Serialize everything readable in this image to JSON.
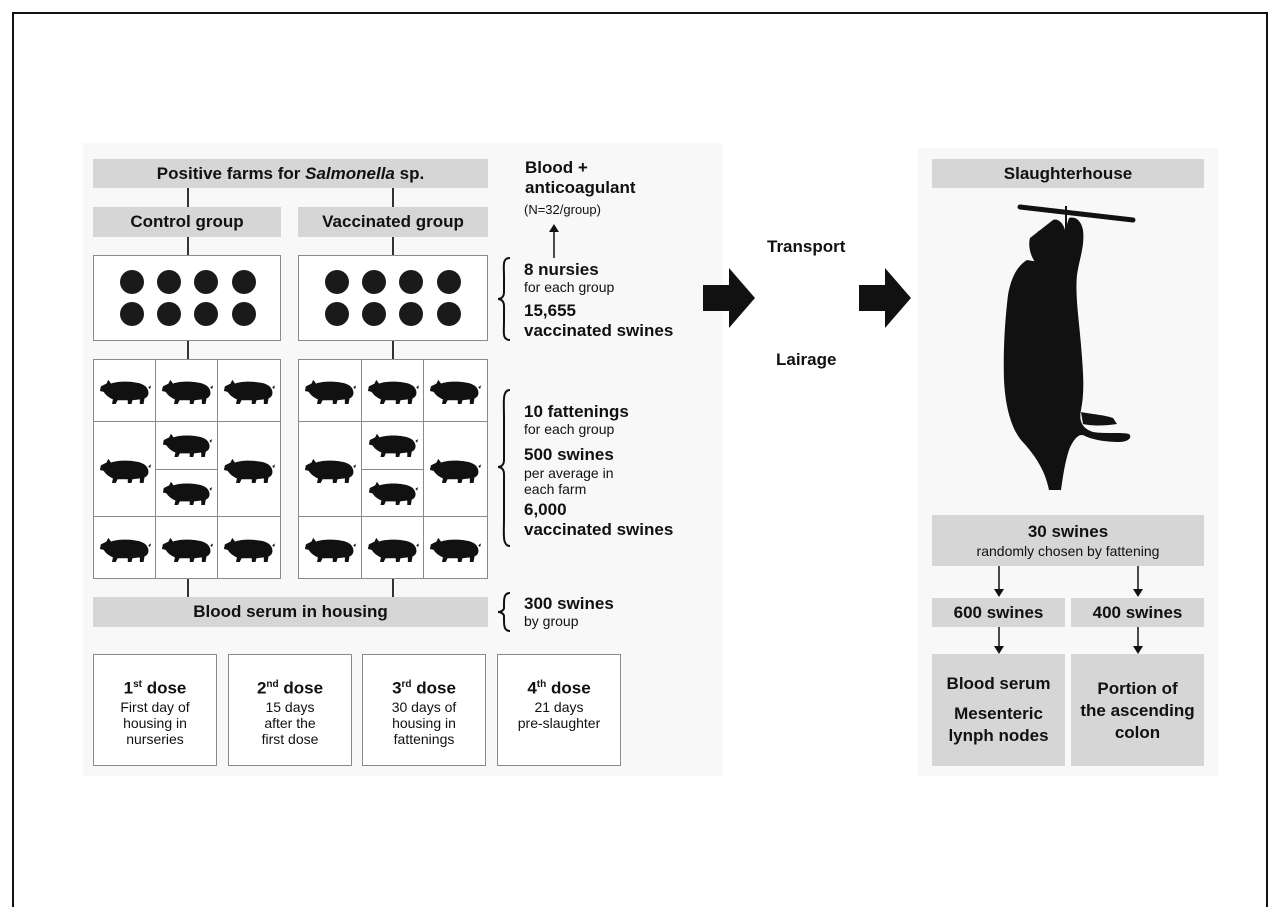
{
  "farms_header": {
    "prefix": "Positive farms for ",
    "genus": "Salmonella",
    "suffix": " sp."
  },
  "groups": {
    "control": "Control group",
    "vaccinated": "Vaccinated group"
  },
  "blood_top": {
    "title": "Blood +\nanticoagulant",
    "note": "(N=32/group)"
  },
  "nurseries_info": {
    "count": "8 nursies",
    "count_sub": "for each group",
    "total": "15,655\nvaccinated swines"
  },
  "fattening_info": {
    "count": "10 fattenings",
    "count_sub": "for each group",
    "avg": "500 swines",
    "avg_sub": "per average in\neach farm",
    "total": "6,000\nvaccinated swines"
  },
  "serum_housing": {
    "label": "Blood serum in housing",
    "count": "300 swines",
    "count_sub": "by group"
  },
  "doses": [
    {
      "num": "1",
      "sup": "st",
      "word": " dose",
      "desc": "First day of\nhousing in\nnurseries"
    },
    {
      "num": "2",
      "sup": "nd",
      "word": " dose",
      "desc": "15 days\nafter the\nfirst dose"
    },
    {
      "num": "3",
      "sup": "rd",
      "word": " dose",
      "desc": "30 days of\nhousing in\nfattenings"
    },
    {
      "num": "4",
      "sup": "th",
      "word": " dose",
      "desc": "21 days\npre-slaughter"
    }
  ],
  "transport": {
    "top": "Transport",
    "bottom": "Lairage"
  },
  "slaughter": {
    "title": "Slaughterhouse",
    "sample": "30 swines",
    "sample_sub": "randomly chosen by fattening",
    "left_count": "600 swines",
    "right_count": "400 swines",
    "left_samples": [
      "Blood serum",
      "Mesenteric\nlynph nodes"
    ],
    "right_sample": "Portion of\nthe ascending\ncolon"
  }
}
